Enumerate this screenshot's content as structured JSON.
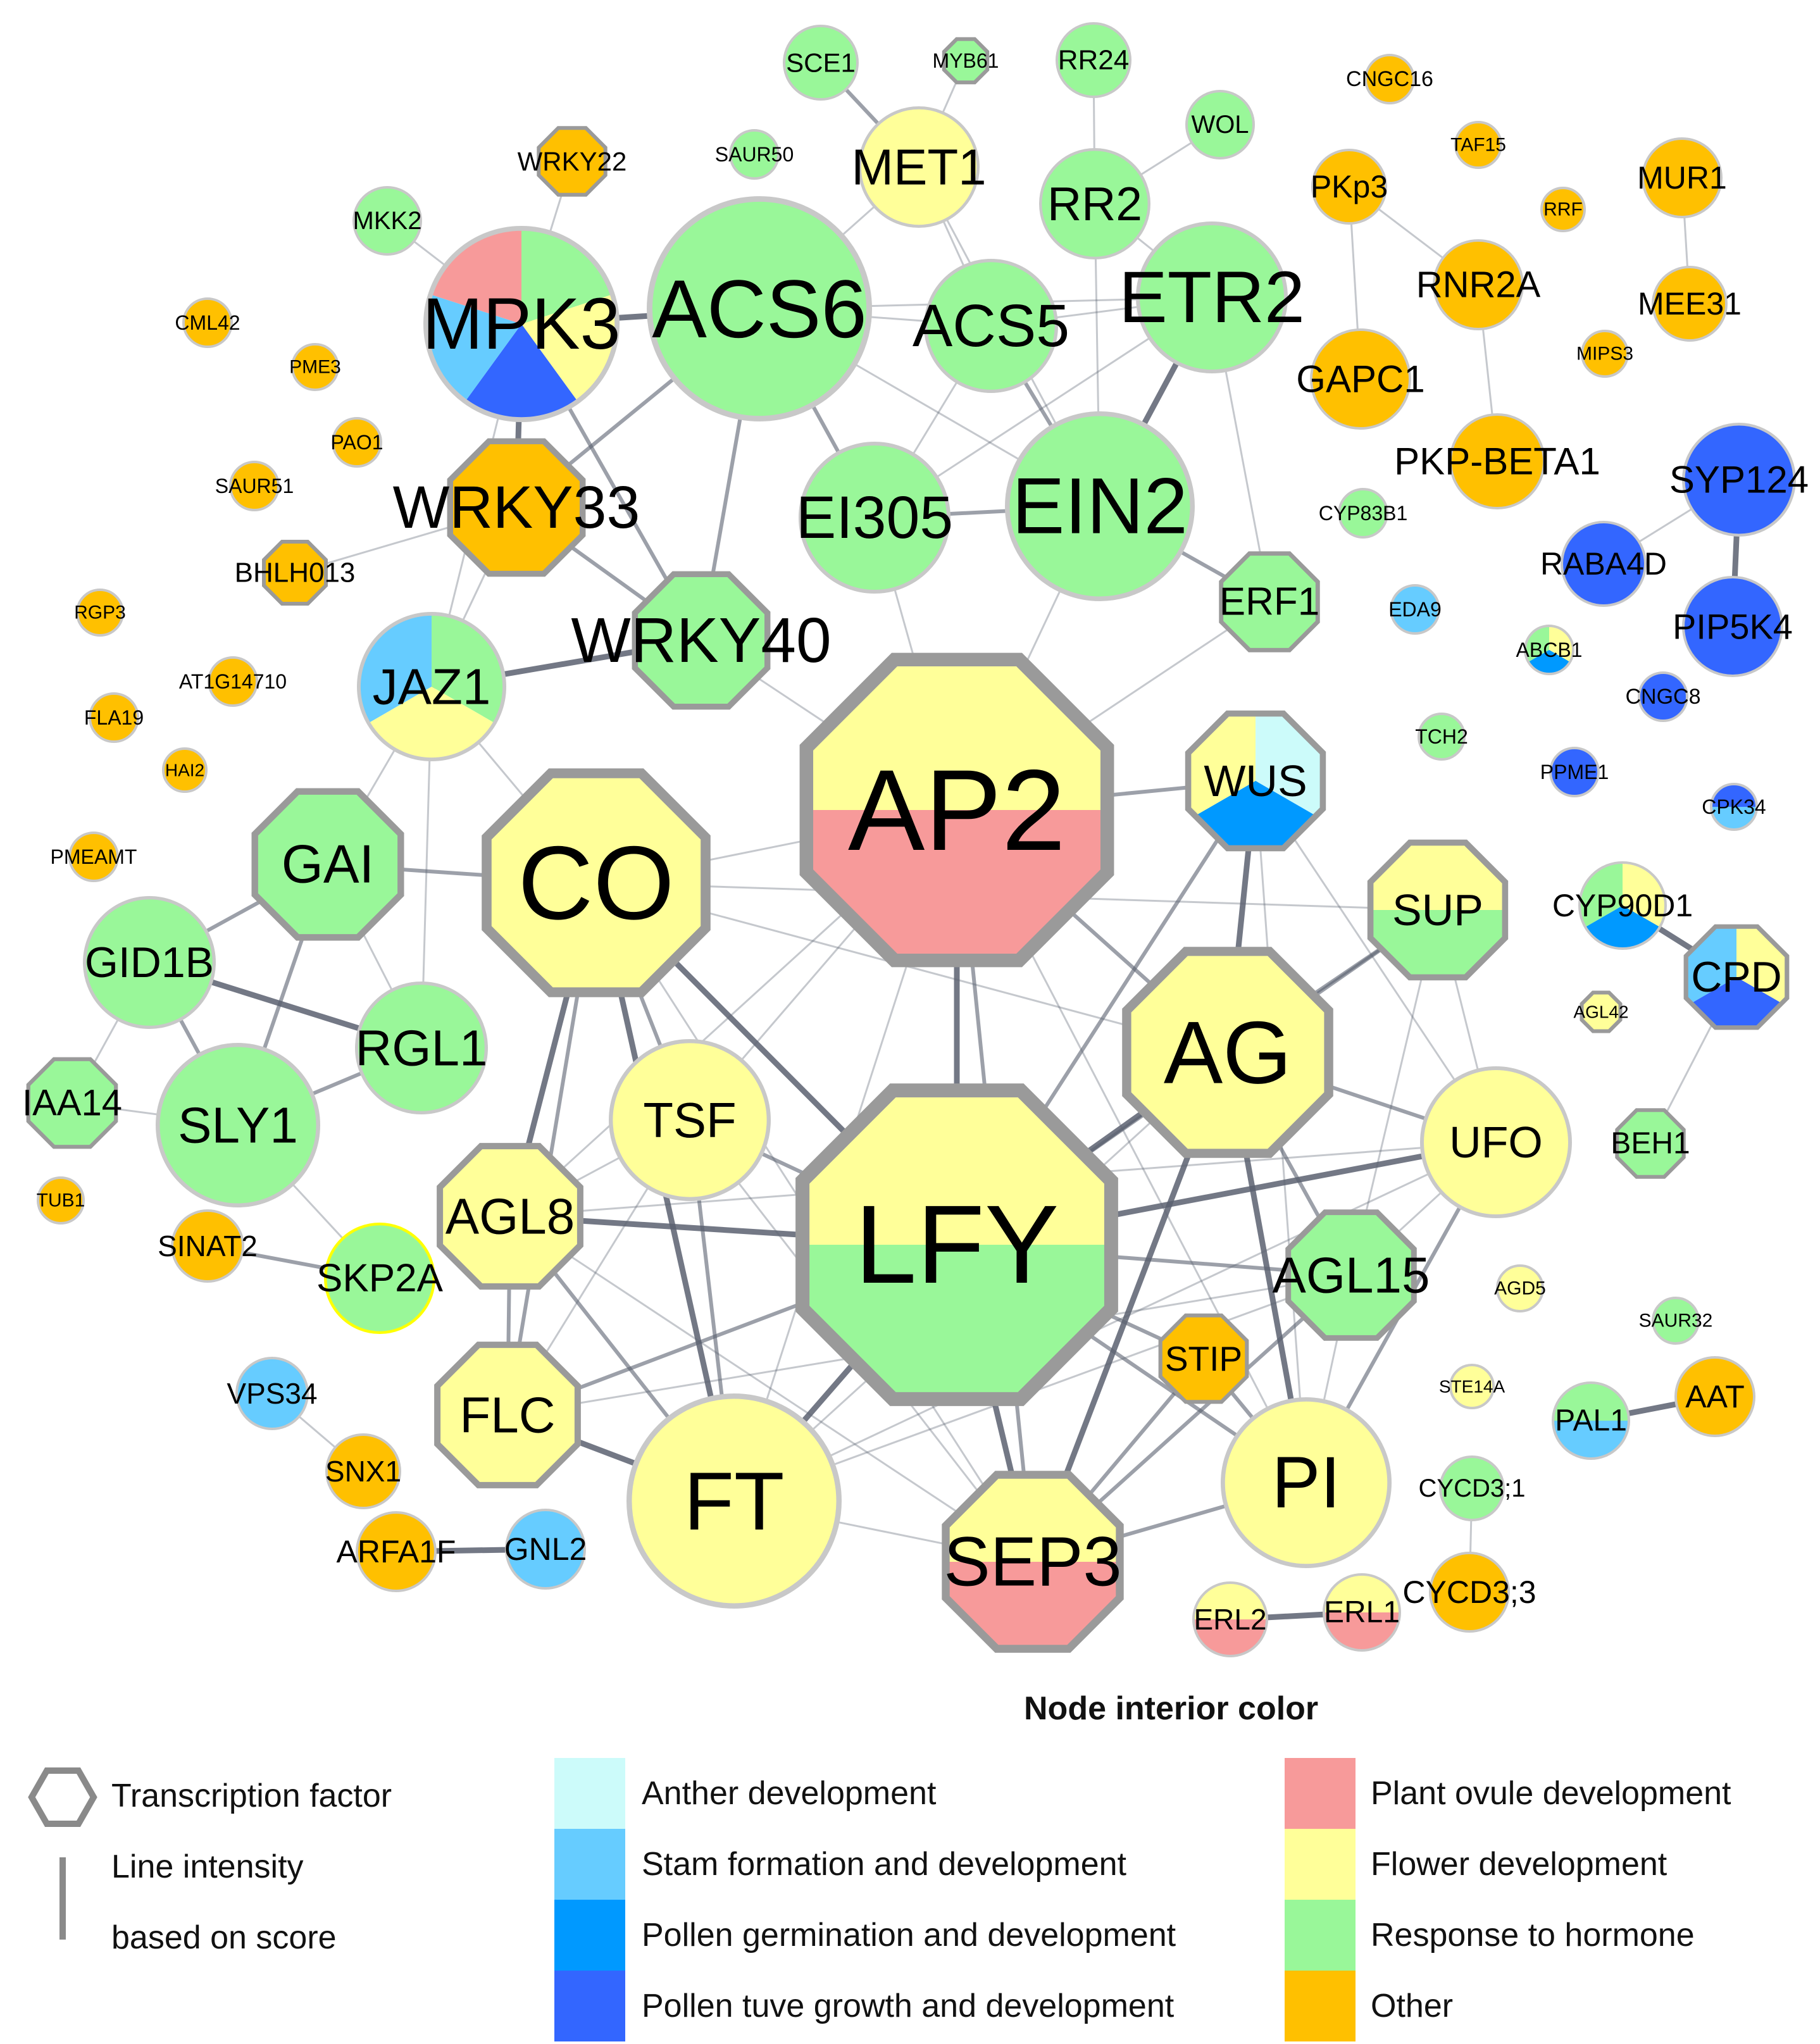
{
  "colors": {
    "anther": "#ccfbfa",
    "stam": "#66ccff",
    "pollen_germ": "#0099ff",
    "pollen_tube": "#3366ff",
    "ovule": "#f79a9a",
    "flower": "#ffff99",
    "hormone": "#99f799",
    "other": "#ffc000",
    "border": "#c8c8c8",
    "tf_border": "#9a9a9a",
    "edge": "#5a6070"
  },
  "nodes": [
    {
      "id": "AP2",
      "label": "AP2",
      "tf": true,
      "colors": [
        "flower",
        "ovule"
      ]
    },
    {
      "id": "LFY",
      "label": "LFY",
      "tf": true,
      "colors": [
        "flower",
        "hormone"
      ]
    },
    {
      "id": "CO",
      "label": "CO",
      "tf": true,
      "colors": [
        "flower"
      ]
    },
    {
      "id": "AG",
      "label": "AG",
      "tf": true,
      "colors": [
        "flower"
      ]
    },
    {
      "id": "SEP3",
      "label": "SEP3",
      "tf": true,
      "colors": [
        "flower",
        "ovule"
      ]
    },
    {
      "id": "FT",
      "label": "FT",
      "tf": false,
      "colors": [
        "flower"
      ]
    },
    {
      "id": "PI",
      "label": "PI",
      "tf": false,
      "colors": [
        "flower"
      ]
    },
    {
      "id": "ACS6",
      "label": "ACS6",
      "tf": false,
      "colors": [
        "hormone"
      ]
    },
    {
      "id": "EIN2",
      "label": "EIN2",
      "tf": false,
      "colors": [
        "hormone"
      ]
    },
    {
      "id": "MPK3",
      "label": "MPK3",
      "tf": false,
      "colors": [
        "hormone",
        "flower",
        "pollen_tube",
        "stam",
        "ovule"
      ]
    },
    {
      "id": "ETR2",
      "label": "ETR2",
      "tf": false,
      "colors": [
        "hormone"
      ]
    },
    {
      "id": "ACS5",
      "label": "ACS5",
      "tf": false,
      "colors": [
        "hormone"
      ]
    },
    {
      "id": "EI305",
      "label": "EI305",
      "tf": false,
      "colors": [
        "hormone"
      ]
    },
    {
      "id": "RR2",
      "label": "RR2",
      "tf": false,
      "colors": [
        "hormone"
      ]
    },
    {
      "id": "MET1",
      "label": "MET1",
      "tf": false,
      "colors": [
        "flower"
      ]
    },
    {
      "id": "WRKY33",
      "label": "WRKY33",
      "tf": true,
      "colors": [
        "other"
      ]
    },
    {
      "id": "WRKY40",
      "label": "WRKY40",
      "tf": true,
      "colors": [
        "hormone"
      ]
    },
    {
      "id": "JAZ1",
      "label": "JAZ1",
      "tf": false,
      "colors": [
        "hormone",
        "flower",
        "stam"
      ]
    },
    {
      "id": "GAI",
      "label": "GAI",
      "tf": true,
      "colors": [
        "hormone"
      ]
    },
    {
      "id": "GID1B",
      "label": "GID1B",
      "tf": false,
      "colors": [
        "hormone"
      ]
    },
    {
      "id": "RGL1",
      "label": "RGL1",
      "tf": false,
      "colors": [
        "hormone"
      ]
    },
    {
      "id": "SLY1",
      "label": "SLY1",
      "tf": false,
      "colors": [
        "hormone"
      ]
    },
    {
      "id": "TSF",
      "label": "TSF",
      "tf": false,
      "colors": [
        "flower"
      ]
    },
    {
      "id": "AGL8",
      "label": "AGL8",
      "tf": true,
      "colors": [
        "flower"
      ]
    },
    {
      "id": "FLC",
      "label": "FLC",
      "tf": true,
      "colors": [
        "flower"
      ]
    },
    {
      "id": "WUS",
      "label": "WUS",
      "tf": true,
      "colors": [
        "anther",
        "pollen_germ",
        "flower"
      ]
    },
    {
      "id": "SUP",
      "label": "SUP",
      "tf": true,
      "colors": [
        "flower",
        "hormone"
      ]
    },
    {
      "id": "UFO",
      "label": "UFO",
      "tf": false,
      "colors": [
        "flower"
      ]
    },
    {
      "id": "AGL15",
      "label": "AGL15",
      "tf": true,
      "colors": [
        "hormone"
      ]
    },
    {
      "id": "STIP",
      "label": "STIP",
      "tf": true,
      "colors": [
        "other"
      ]
    },
    {
      "id": "ERF1",
      "label": "ERF1",
      "tf": true,
      "colors": [
        "hormone"
      ]
    },
    {
      "id": "WRKY22",
      "label": "WRKY22",
      "tf": true,
      "colors": [
        "other"
      ]
    },
    {
      "id": "MKK2",
      "label": "MKK2",
      "tf": false,
      "colors": [
        "hormone"
      ]
    },
    {
      "id": "SCE1",
      "label": "SCE1",
      "tf": false,
      "colors": [
        "hormone"
      ]
    },
    {
      "id": "MYB61",
      "label": "MYB61",
      "tf": true,
      "colors": [
        "hormone"
      ]
    },
    {
      "id": "RR24",
      "label": "RR24",
      "tf": false,
      "colors": [
        "hormone"
      ]
    },
    {
      "id": "WOL",
      "label": "WOL",
      "tf": false,
      "colors": [
        "hormone"
      ]
    },
    {
      "id": "SAUR50",
      "label": "SAUR50",
      "tf": false,
      "colors": [
        "hormone"
      ]
    },
    {
      "id": "PKp3",
      "label": "PKp3",
      "tf": false,
      "colors": [
        "other"
      ]
    },
    {
      "id": "RNR2A",
      "label": "RNR2A",
      "tf": false,
      "colors": [
        "other"
      ]
    },
    {
      "id": "GAPC1",
      "label": "GAPC1",
      "tf": false,
      "colors": [
        "other"
      ]
    },
    {
      "id": "PKP-BETA1",
      "label": "PKP-BETA1",
      "tf": false,
      "colors": [
        "other"
      ]
    },
    {
      "id": "MUR1",
      "label": "MUR1",
      "tf": false,
      "colors": [
        "other"
      ]
    },
    {
      "id": "MEE31",
      "label": "MEE31",
      "tf": false,
      "colors": [
        "other"
      ]
    },
    {
      "id": "CNGC16",
      "label": "CNGC16",
      "tf": false,
      "colors": [
        "other"
      ]
    },
    {
      "id": "TAF15",
      "label": "TAF15",
      "tf": false,
      "colors": [
        "other"
      ]
    },
    {
      "id": "RRF",
      "label": "RRF",
      "tf": false,
      "colors": [
        "other"
      ]
    },
    {
      "id": "MIPS3",
      "label": "MIPS3",
      "tf": false,
      "colors": [
        "other"
      ]
    },
    {
      "id": "SYP124",
      "label": "SYP124",
      "tf": false,
      "colors": [
        "pollen_tube"
      ]
    },
    {
      "id": "RABA4D",
      "label": "RABA4D",
      "tf": false,
      "colors": [
        "pollen_tube"
      ]
    },
    {
      "id": "PIP5K4",
      "label": "PIP5K4",
      "tf": false,
      "colors": [
        "pollen_tube"
      ]
    },
    {
      "id": "CNGC8",
      "label": "CNGC8",
      "tf": false,
      "colors": [
        "pollen_tube"
      ]
    },
    {
      "id": "PPME1",
      "label": "PPME1",
      "tf": false,
      "colors": [
        "pollen_tube"
      ]
    },
    {
      "id": "CPK34",
      "label": "CPK34",
      "tf": false,
      "colors": [
        "pollen_tube",
        "stam"
      ]
    },
    {
      "id": "CYP83B1",
      "label": "CYP83B1",
      "tf": false,
      "colors": [
        "hormone"
      ]
    },
    {
      "id": "EDA9",
      "label": "EDA9",
      "tf": false,
      "colors": [
        "stam"
      ]
    },
    {
      "id": "ABCB1",
      "label": "ABCB1",
      "tf": false,
      "colors": [
        "flower",
        "pollen_germ",
        "hormone"
      ]
    },
    {
      "id": "TCH2",
      "label": "TCH2",
      "tf": false,
      "colors": [
        "hormone"
      ]
    },
    {
      "id": "CYP90D1",
      "label": "CYP90D1",
      "tf": false,
      "colors": [
        "flower",
        "pollen_germ",
        "hormone"
      ]
    },
    {
      "id": "CPD",
      "label": "CPD",
      "tf": true,
      "colors": [
        "flower",
        "pollen_tube",
        "stam"
      ]
    },
    {
      "id": "AGL42",
      "label": "AGL42",
      "tf": true,
      "colors": [
        "flower"
      ]
    },
    {
      "id": "BEH1",
      "label": "BEH1",
      "tf": true,
      "colors": [
        "hormone"
      ]
    },
    {
      "id": "AGD5",
      "label": "AGD5",
      "tf": false,
      "colors": [
        "flower"
      ]
    },
    {
      "id": "SAUR32",
      "label": "SAUR32",
      "tf": false,
      "colors": [
        "hormone"
      ]
    },
    {
      "id": "STE14A",
      "label": "STE14A",
      "tf": false,
      "colors": [
        "flower"
      ]
    },
    {
      "id": "PAL1",
      "label": "PAL1",
      "tf": false,
      "colors": [
        "hormone",
        "stam"
      ]
    },
    {
      "id": "AAT",
      "label": "AAT",
      "tf": false,
      "colors": [
        "other"
      ]
    },
    {
      "id": "CYCD3;1",
      "label": "CYCD3;1",
      "tf": false,
      "colors": [
        "hormone"
      ]
    },
    {
      "id": "CYCD3;3",
      "label": "CYCD3;3",
      "tf": false,
      "colors": [
        "other"
      ]
    },
    {
      "id": "ERL2",
      "label": "ERL2",
      "tf": false,
      "colors": [
        "flower",
        "ovule"
      ]
    },
    {
      "id": "ERL1",
      "label": "ERL1",
      "tf": false,
      "colors": [
        "flower",
        "ovule"
      ]
    },
    {
      "id": "CML42",
      "label": "CML42",
      "tf": false,
      "colors": [
        "other"
      ]
    },
    {
      "id": "PME3",
      "label": "PME3",
      "tf": false,
      "colors": [
        "other"
      ]
    },
    {
      "id": "PAO1",
      "label": "PAO1",
      "tf": false,
      "colors": [
        "other"
      ]
    },
    {
      "id": "SAUR51",
      "label": "SAUR51",
      "tf": false,
      "colors": [
        "other"
      ]
    },
    {
      "id": "BHLH013",
      "label": "BHLH013",
      "tf": true,
      "colors": [
        "other"
      ]
    },
    {
      "id": "RGP3",
      "label": "RGP3",
      "tf": false,
      "colors": [
        "other"
      ]
    },
    {
      "id": "AT1G14710",
      "label": "AT1G14710",
      "tf": false,
      "colors": [
        "other"
      ]
    },
    {
      "id": "FLA19",
      "label": "FLA19",
      "tf": false,
      "colors": [
        "other"
      ]
    },
    {
      "id": "HAI2",
      "label": "HAI2",
      "tf": false,
      "colors": [
        "other"
      ]
    },
    {
      "id": "PMEAMT",
      "label": "PMEAMT",
      "tf": false,
      "colors": [
        "other"
      ]
    },
    {
      "id": "IAA14",
      "label": "IAA14",
      "tf": true,
      "colors": [
        "hormone"
      ]
    },
    {
      "id": "TUB1",
      "label": "TUB1",
      "tf": false,
      "colors": [
        "other"
      ]
    },
    {
      "id": "SINAT2",
      "label": "SINAT2",
      "tf": false,
      "colors": [
        "other"
      ]
    },
    {
      "id": "SKP2A",
      "label": "SKP2A",
      "tf": false,
      "colors": [
        "hormone"
      ]
    },
    {
      "id": "VPS34",
      "label": "VPS34",
      "tf": false,
      "colors": [
        "stam"
      ]
    },
    {
      "id": "SNX1",
      "label": "SNX1",
      "tf": false,
      "colors": [
        "other"
      ]
    },
    {
      "id": "ARFA1F",
      "label": "ARFA1F",
      "tf": false,
      "colors": [
        "other"
      ]
    },
    {
      "id": "GNL2",
      "label": "GNL2",
      "tf": false,
      "colors": [
        "stam"
      ]
    }
  ],
  "edges": [
    [
      "AP2",
      "LFY",
      3
    ],
    [
      "AP2",
      "CO",
      1
    ],
    [
      "AP2",
      "AG",
      2
    ],
    [
      "AP2",
      "WUS",
      2
    ],
    [
      "AP2",
      "SEP3",
      2
    ],
    [
      "AP2",
      "PI",
      1
    ],
    [
      "AP2",
      "FT",
      1
    ],
    [
      "AP2",
      "TSF",
      1
    ],
    [
      "AP2",
      "AGL8",
      1
    ],
    [
      "AP2",
      "EIN2",
      1
    ],
    [
      "AP2",
      "EI305",
      1
    ],
    [
      "AP2",
      "ERF1",
      1
    ],
    [
      "AP2",
      "WRKY40",
      1
    ],
    [
      "LFY",
      "CO",
      3
    ],
    [
      "LFY",
      "AG",
      3
    ],
    [
      "LFY",
      "AGL8",
      3
    ],
    [
      "LFY",
      "FT",
      3
    ],
    [
      "LFY",
      "TSF",
      2
    ],
    [
      "LFY",
      "SEP3",
      3
    ],
    [
      "LFY",
      "PI",
      2
    ],
    [
      "LFY",
      "UFO",
      3
    ],
    [
      "LFY",
      "FLC",
      2
    ],
    [
      "LFY",
      "AGL15",
      2
    ],
    [
      "LFY",
      "STIP",
      2
    ],
    [
      "LFY",
      "WUS",
      2
    ],
    [
      "LFY",
      "SUP",
      2
    ],
    [
      "CO",
      "FT",
      3
    ],
    [
      "CO",
      "TSF",
      2
    ],
    [
      "CO",
      "AGL8",
      3
    ],
    [
      "CO",
      "FLC",
      2
    ],
    [
      "CO",
      "GAI",
      2
    ],
    [
      "CO",
      "JAZ1",
      1
    ],
    [
      "CO",
      "AG",
      1
    ],
    [
      "CO",
      "SEP3",
      1
    ],
    [
      "CO",
      "SUP",
      1
    ],
    [
      "AG",
      "PI",
      3
    ],
    [
      "AG",
      "SEP3",
      3
    ],
    [
      "AG",
      "SUP",
      2
    ],
    [
      "AG",
      "UFO",
      2
    ],
    [
      "AG",
      "AGL15",
      2
    ],
    [
      "AG",
      "WUS",
      3
    ],
    [
      "AG",
      "FT",
      1
    ],
    [
      "SEP3",
      "PI",
      2
    ],
    [
      "SEP3",
      "FT",
      1
    ],
    [
      "SEP3",
      "AGL15",
      2
    ],
    [
      "SEP3",
      "STIP",
      2
    ],
    [
      "SEP3",
      "AGL8",
      1
    ],
    [
      "SEP3",
      "TSF",
      1
    ],
    [
      "FT",
      "FLC",
      3
    ],
    [
      "FT",
      "TSF",
      2
    ],
    [
      "FT",
      "AGL8",
      2
    ],
    [
      "FT",
      "AGL15",
      1
    ],
    [
      "FT",
      "UFO",
      1
    ],
    [
      "PI",
      "UFO",
      2
    ],
    [
      "PI",
      "STIP",
      2
    ],
    [
      "PI",
      "AGL15",
      1
    ],
    [
      "PI",
      "WUS",
      1
    ],
    [
      "AGL8",
      "FLC",
      2
    ],
    [
      "AGL8",
      "TSF",
      1
    ],
    [
      "FLC",
      "TSF",
      1
    ],
    [
      "FLC",
      "AGL15",
      1
    ],
    [
      "SUP",
      "UFO",
      1
    ],
    [
      "SUP",
      "AGL15",
      1
    ],
    [
      "WUS",
      "UFO",
      1
    ],
    [
      "UFO",
      "AGL15",
      1
    ],
    [
      "UFO",
      "AGL8",
      1
    ],
    [
      "ACS6",
      "MPK3",
      3
    ],
    [
      "ACS6",
      "ACS5",
      1
    ],
    [
      "ACS6",
      "ETR2",
      1
    ],
    [
      "ACS6",
      "EIN2",
      1
    ],
    [
      "ACS6",
      "EI305",
      2
    ],
    [
      "ACS6",
      "WRKY33",
      2
    ],
    [
      "ACS6",
      "WRKY40",
      2
    ],
    [
      "ACS6",
      "MET1",
      1
    ],
    [
      "ACS5",
      "EIN2",
      2
    ],
    [
      "ACS5",
      "ETR2",
      1
    ],
    [
      "ACS5",
      "EI305",
      1
    ],
    [
      "ACS5",
      "MET1",
      1
    ],
    [
      "ETR2",
      "EIN2",
      3
    ],
    [
      "ETR2",
      "RR2",
      1
    ],
    [
      "ETR2",
      "EI305",
      1
    ],
    [
      "ETR2",
      "ERF1",
      1
    ],
    [
      "EIN2",
      "EI305",
      2
    ],
    [
      "EIN2",
      "ERF1",
      2
    ],
    [
      "EIN2",
      "RR2",
      1
    ],
    [
      "EIN2",
      "MET1",
      1
    ],
    [
      "RR2",
      "RR24",
      1
    ],
    [
      "RR2",
      "WOL",
      1
    ],
    [
      "MET1",
      "SCE1",
      2
    ],
    [
      "MET1",
      "MYB61",
      1
    ],
    [
      "MPK3",
      "WRKY22",
      1
    ],
    [
      "MPK3",
      "MKK2",
      1
    ],
    [
      "MPK3",
      "WRKY33",
      3
    ],
    [
      "MPK3",
      "WRKY40",
      2
    ],
    [
      "MPK3",
      "JAZ1",
      1
    ],
    [
      "WRKY33",
      "WRKY40",
      2
    ],
    [
      "WRKY33",
      "JAZ1",
      1
    ],
    [
      "WRKY33",
      "BHLH013",
      1
    ],
    [
      "WRKY40",
      "JAZ1",
      3
    ],
    [
      "JAZ1",
      "GAI",
      1
    ],
    [
      "JAZ1",
      "RGL1",
      1
    ],
    [
      "GAI",
      "GID1B",
      2
    ],
    [
      "GAI",
      "RGL1",
      1
    ],
    [
      "GAI",
      "SLY1",
      2
    ],
    [
      "GID1B",
      "RGL1",
      3
    ],
    [
      "GID1B",
      "SLY1",
      2
    ],
    [
      "GID1B",
      "IAA14",
      1
    ],
    [
      "RGL1",
      "SLY1",
      2
    ],
    [
      "SLY1",
      "IAA14",
      1
    ],
    [
      "SLY1",
      "SKP2A",
      1
    ],
    [
      "SINAT2",
      "SKP2A",
      2
    ],
    [
      "VPS34",
      "SNX1",
      1
    ],
    [
      "ARFA1F",
      "GNL2",
      3
    ],
    [
      "PKp3",
      "RNR2A",
      1
    ],
    [
      "PKp3",
      "GAPC1",
      1
    ],
    [
      "RNR2A",
      "PKP-BETA1",
      1
    ],
    [
      "MUR1",
      "MEE31",
      1
    ],
    [
      "SYP124",
      "RABA4D",
      1
    ],
    [
      "SYP124",
      "PIP5K4",
      3
    ],
    [
      "CYP90D1",
      "CPD",
      3
    ],
    [
      "CPD",
      "BEH1",
      1
    ],
    [
      "PAL1",
      "AAT",
      3
    ],
    [
      "CYCD3;1",
      "CYCD3;3",
      1
    ],
    [
      "ERL2",
      "ERL1",
      3
    ]
  ],
  "legend": {
    "title": "Node interior color",
    "tf_label": "Transcription factor",
    "line_label_1": "Line intensity",
    "line_label_2": "based on score",
    "items_left": [
      {
        "key": "anther",
        "label": "Anther development"
      },
      {
        "key": "stam",
        "label": "Stam formation and development"
      },
      {
        "key": "pollen_germ",
        "label": "Pollen germination and development"
      },
      {
        "key": "pollen_tube",
        "label": "Pollen tuve growth and development"
      }
    ],
    "items_right": [
      {
        "key": "ovule",
        "label": "Plant ovule development"
      },
      {
        "key": "flower",
        "label": "Flower development"
      },
      {
        "key": "hormone",
        "label": "Response to hormone"
      },
      {
        "key": "other",
        "label": "Other"
      }
    ]
  }
}
